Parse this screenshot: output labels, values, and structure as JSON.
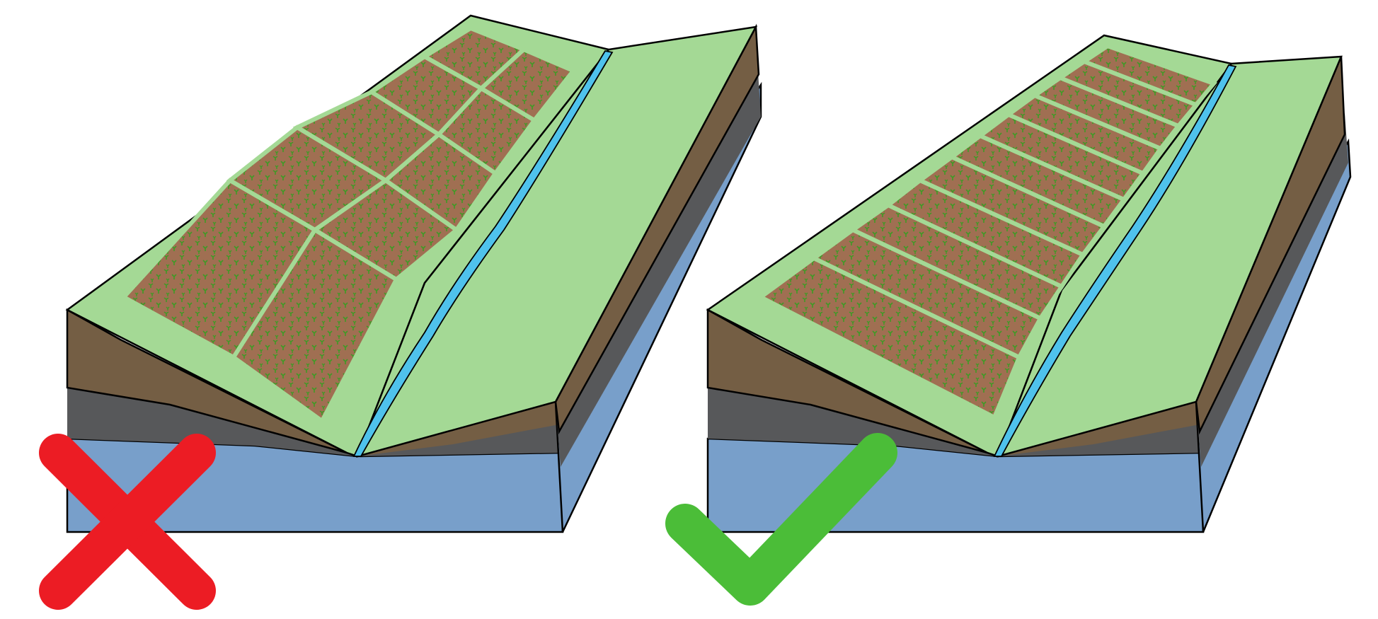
{
  "panels": [
    {
      "id": "left",
      "verdict": "incorrect",
      "layout": "grid-plots",
      "mark_icon": "red-cross-icon",
      "mark_color": "#ec1c24"
    },
    {
      "id": "right",
      "verdict": "correct",
      "layout": "contour-strips",
      "mark_icon": "green-check-icon",
      "mark_color": "#4bbd38"
    }
  ],
  "colors": {
    "grass": "#a4d995",
    "field": "#a06f52",
    "crop": "#3f9a25",
    "topsoil": "#745e44",
    "rock": "#57585a",
    "water_layer": "#789fca",
    "stream": "#4fc2ec",
    "outline": "#000000"
  }
}
